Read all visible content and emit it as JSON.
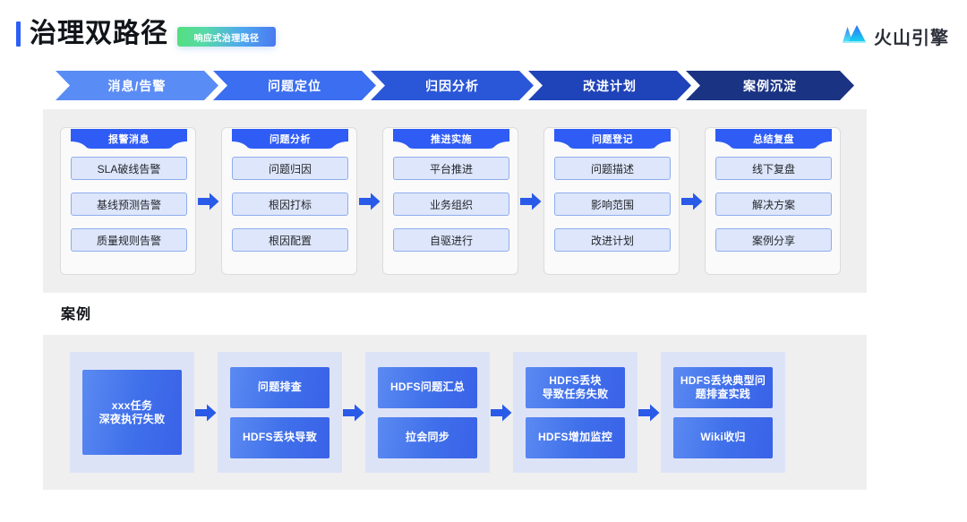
{
  "header": {
    "title": "治理双路径",
    "badge": "响应式治理路径",
    "brand_name": "火山引擎",
    "accent_color": "#2d5ef7"
  },
  "steps": [
    {
      "label": "消息/告警",
      "color": "#5a8cf5",
      "width": 182
    },
    {
      "label": "问题定位",
      "color": "#3b6ef0",
      "width": 182
    },
    {
      "label": "归因分析",
      "color": "#2a56d8",
      "width": 182
    },
    {
      "label": "改进计划",
      "color": "#1f43b8",
      "width": 182
    },
    {
      "label": "案例沉淀",
      "color": "#1a3383",
      "width": 188
    }
  ],
  "flow": {
    "cards": [
      {
        "title": "报警消息",
        "items": [
          "SLA破线告警",
          "基线预测告警",
          "质量规则告警"
        ]
      },
      {
        "title": "问题分析",
        "items": [
          "问题归因",
          "根因打标",
          "根因配置"
        ]
      },
      {
        "title": "推进实施",
        "items": [
          "平台推进",
          "业务组织",
          "自驱进行"
        ]
      },
      {
        "title": "问题登记",
        "items": [
          "问题描述",
          "影响范围",
          "改进计划"
        ]
      },
      {
        "title": "总结复盘",
        "items": [
          "线下复盘",
          "解决方案",
          "案例分享"
        ]
      }
    ],
    "ribbon_color": "#2f5cf5",
    "item_fill": "#dde6fa",
    "item_border": "#8fadef",
    "connector_color": "#2a5ae8"
  },
  "case": {
    "label": "案例",
    "columns": [
      {
        "boxes": [
          {
            "text": "xxx任务\n深夜执行失败",
            "size": "tall"
          }
        ]
      },
      {
        "boxes": [
          {
            "text": "问题排查",
            "size": "single"
          },
          {
            "text": "HDFS丢块导致",
            "size": "single"
          }
        ]
      },
      {
        "boxes": [
          {
            "text": "HDFS问题汇总",
            "size": "single"
          },
          {
            "text": "拉会同步",
            "size": "single"
          }
        ]
      },
      {
        "boxes": [
          {
            "text": "HDFS丢块\n导致任务失败",
            "size": "single"
          },
          {
            "text": "HDFS增加监控",
            "size": "single"
          }
        ]
      },
      {
        "boxes": [
          {
            "text": "HDFS丢块典型问\n题排查实践",
            "size": "single"
          },
          {
            "text": "Wiki收归",
            "size": "single"
          }
        ]
      }
    ],
    "column_bg": "#dde3f7",
    "box_gradient_from": "#5b8af2",
    "box_gradient_to": "#3a62e8",
    "panel_bg": "#efeff0"
  }
}
